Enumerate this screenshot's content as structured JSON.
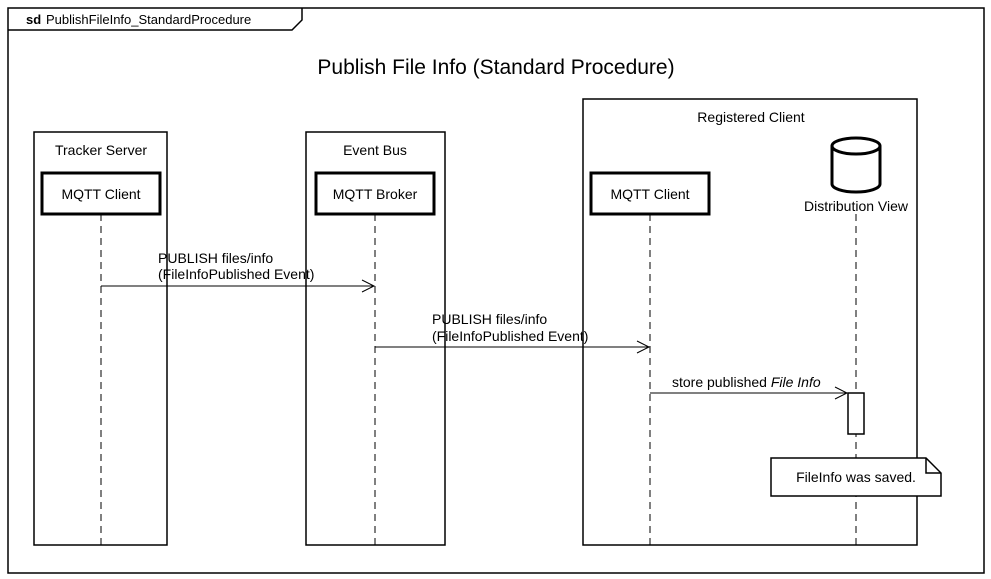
{
  "frame": {
    "keyword": "sd",
    "name": "PublishFileInfo_StandardProcedure"
  },
  "title": "Publish File Info (Standard Procedure)",
  "groups": {
    "tracker": "Tracker Server",
    "bus": "Event Bus",
    "registered": "Registered Client"
  },
  "lifelines": {
    "tracker_mqtt": "MQTT Client",
    "broker": "MQTT Broker",
    "client_mqtt": "MQTT Client",
    "distribution_view": "Distribution View"
  },
  "messages": [
    {
      "line1": "PUBLISH files/info",
      "line2": "(FileInfoPublished Event)"
    },
    {
      "line1": "PUBLISH files/info",
      "line2": "(FileInfoPublished Event)"
    },
    {
      "text": "store published ",
      "emphasis": "File Info"
    }
  ],
  "note": "FileInfo was saved."
}
